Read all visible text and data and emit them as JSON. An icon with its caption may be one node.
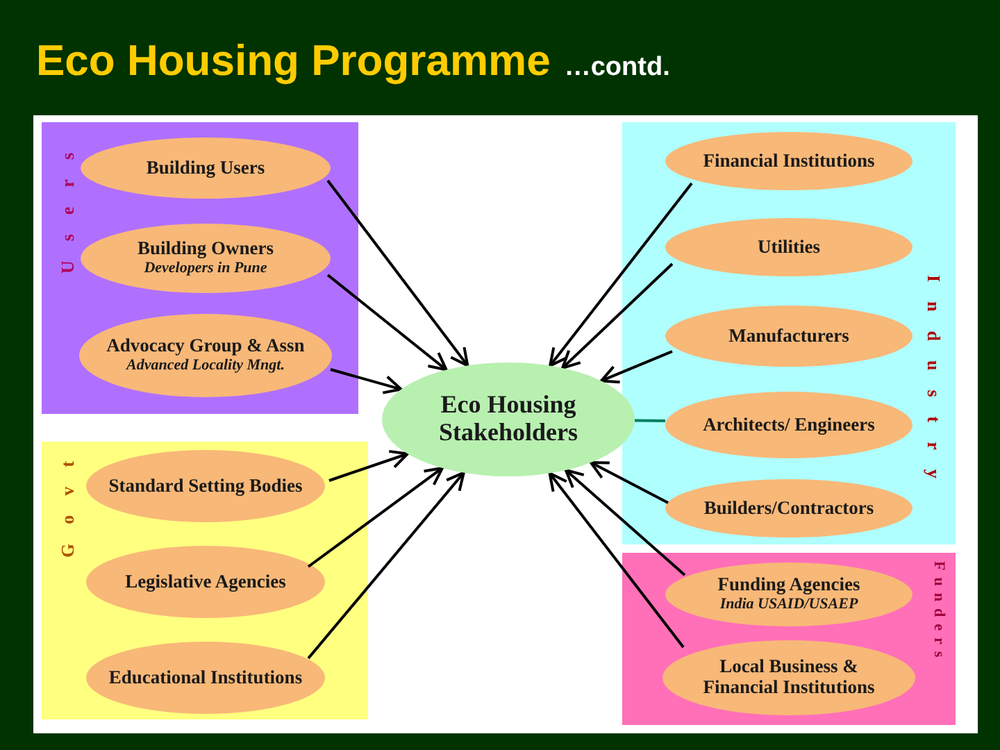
{
  "diagram": {
    "title": "Eco Housing Programme",
    "nodes": [
      {
        "text": [
          "Users"
        ]
      },
      {
        "text": [
          "Building Users"
        ],
        "in": 0
      },
      {
        "text": [
          "Building Owners",
          "Developers in Pune"
        ],
        "in": 0
      },
      {
        "text": [
          "Advocacy Group & Assn",
          "Advanced Locality Mngt."
        ],
        "in": 0
      },
      {
        "text": [
          "Govt"
        ]
      },
      {
        "text": [
          "Standard Setting Bodies"
        ],
        "in": 4
      },
      {
        "text": [
          "Legislative Agencies"
        ],
        "in": 4
      },
      {
        "text": [
          "Educational Institutions"
        ],
        "in": 4
      },
      {
        "text": [
          "Eco Housing Stakeholders"
        ]
      },
      {
        "text": [
          "Industry"
        ]
      },
      {
        "text": [
          "Financial Institutions"
        ],
        "in": 9
      },
      {
        "text": [
          "Utilities"
        ],
        "in": 9
      },
      {
        "text": [
          "Manufacturers"
        ],
        "in": 9
      },
      {
        "text": [
          "Architects/ Engineers"
        ],
        "in": 9
      },
      {
        "text": [
          "Builders/Contractors"
        ],
        "in": 9
      },
      {
        "text": [
          "Funders"
        ]
      },
      {
        "text": [
          "Funding Agencies",
          "India USAID/USAEP"
        ],
        "in": 15
      },
      {
        "text": [
          "Local Business & Financial Institutions"
        ],
        "in": 15
      }
    ],
    "edges": [
      {
        "from": 1,
        "to": 8,
        "arrow": "to"
      },
      {
        "from": 2,
        "to": 8,
        "arrow": "to"
      },
      {
        "from": 3,
        "to": 8,
        "arrow": "to"
      },
      {
        "from": 5,
        "to": 8,
        "arrow": "to"
      },
      {
        "from": 6,
        "to": 8,
        "arrow": "to"
      },
      {
        "from": 7,
        "to": 8,
        "arrow": "to"
      },
      {
        "from": 10,
        "to": 8,
        "arrow": "to"
      },
      {
        "from": 11,
        "to": 8,
        "arrow": "to"
      },
      {
        "from": 12,
        "to": 8,
        "arrow": "to"
      },
      {
        "from": 13,
        "to": 8,
        "arrow": "none",
        "color": "#008060"
      },
      {
        "from": 14,
        "to": 8,
        "arrow": "to"
      },
      {
        "from": 16,
        "to": 8,
        "arrow": "to"
      },
      {
        "from": 17,
        "to": 8,
        "arrow": "to"
      }
    ],
    "labels": [
      "…contd."
    ]
  }
}
